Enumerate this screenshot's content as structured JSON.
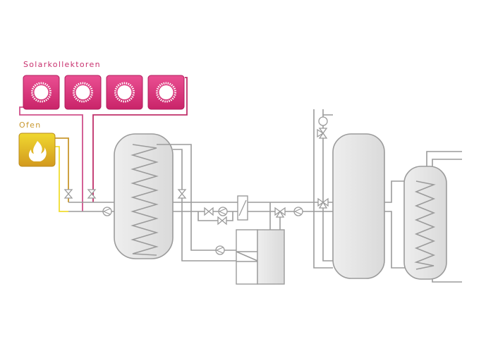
{
  "labels": {
    "solar": "Solarkollektoren",
    "ofen": "Ofen"
  },
  "colors": {
    "solar": "#c8306e",
    "ofen": "#c9982e",
    "pipe": "#9b9b9b",
    "tank": "#e6e6e6"
  },
  "solar_panel_count": 4
}
